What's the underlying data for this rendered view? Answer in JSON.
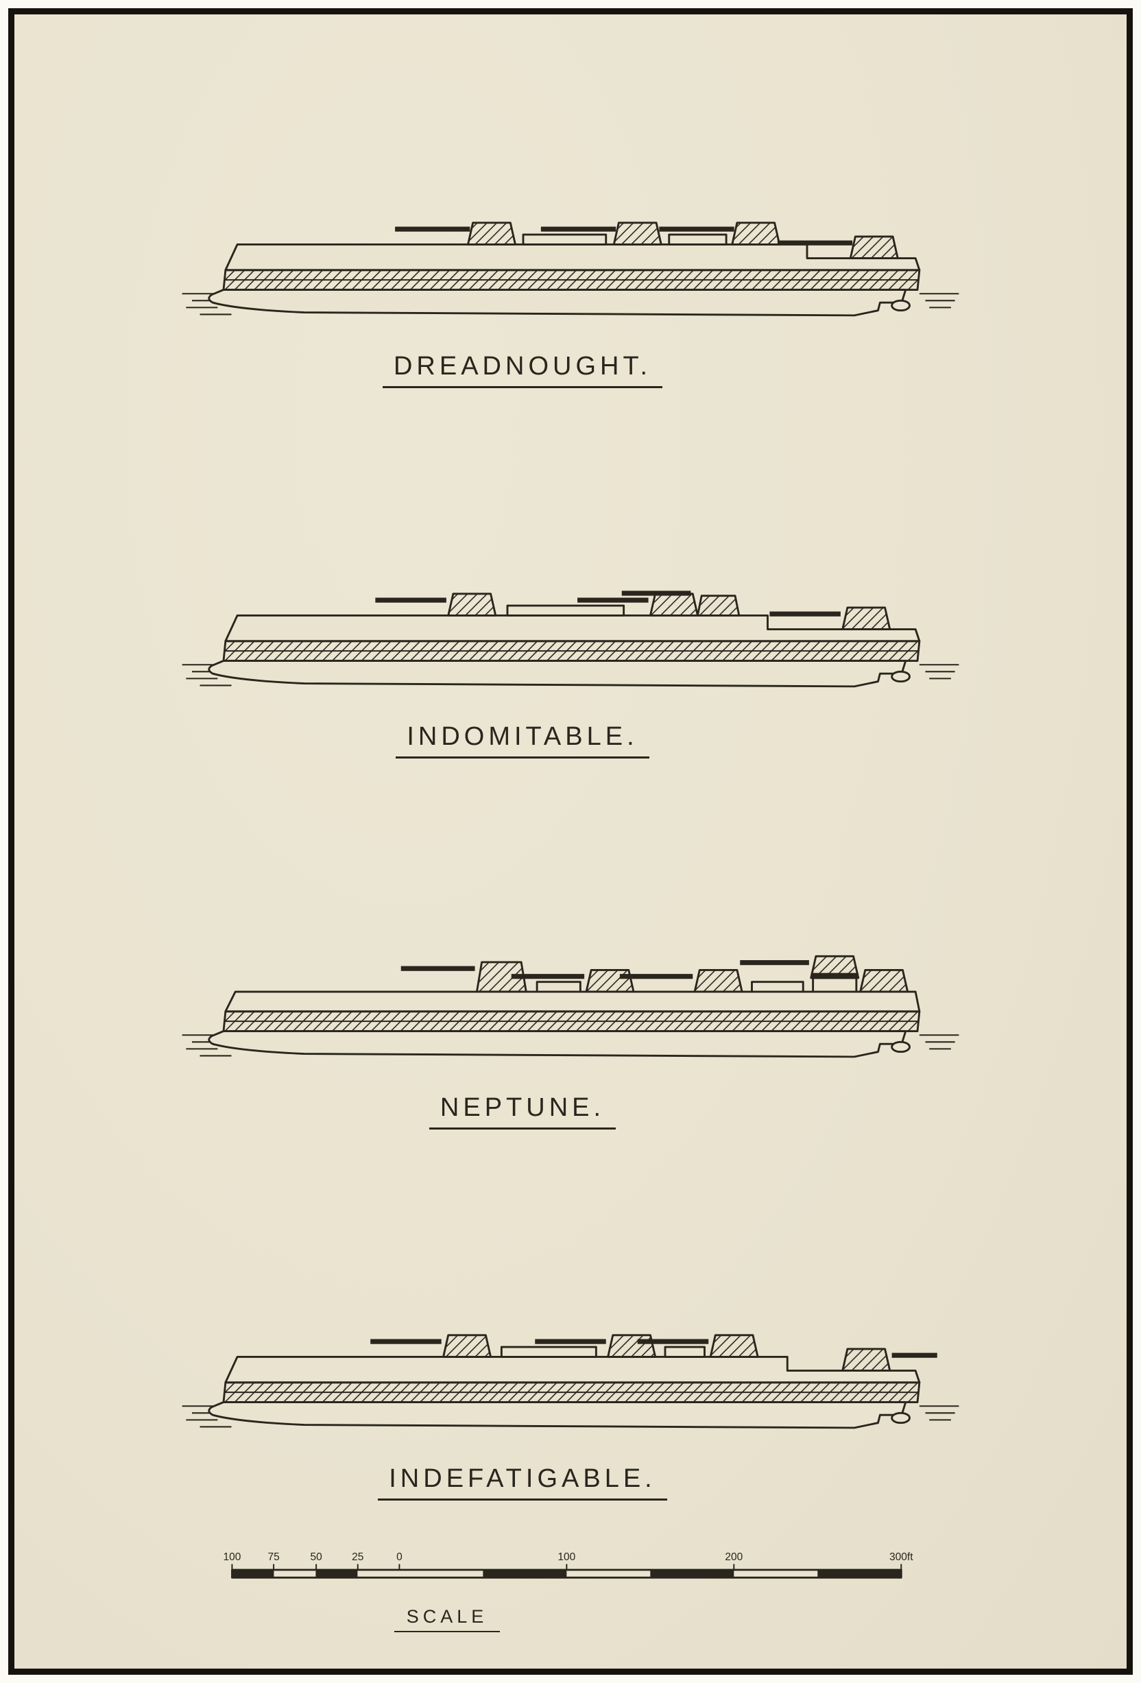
{
  "palette": {
    "paper": "#e9e3d0",
    "ink": "#2a251d",
    "frame": "#16130e"
  },
  "ships": [
    {
      "name": "DREADNOUGHT."
    },
    {
      "name": "INDOMITABLE."
    },
    {
      "name": "NEPTUNE."
    },
    {
      "name": "INDEFATIGABLE."
    }
  ],
  "scale": {
    "label": "SCALE",
    "left_ticks": [
      "100",
      "75",
      "50",
      "25",
      "0"
    ],
    "right_ticks": [
      "100",
      "200",
      "300ft"
    ]
  }
}
